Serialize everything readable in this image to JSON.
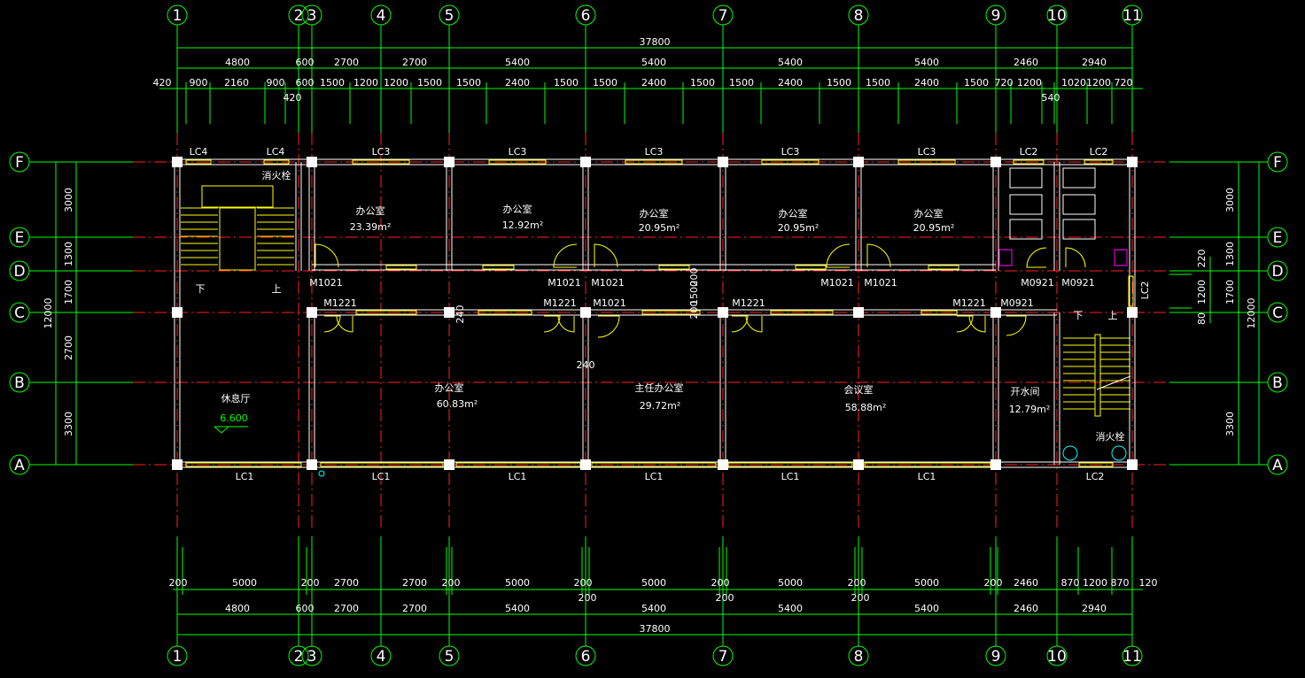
{
  "colors": {
    "background": "#000000",
    "grid_axis": "#ff2020",
    "dimension": "#00ff00",
    "wall": "#ffffff",
    "window": "#ffff00",
    "fixture": "#ff00ff",
    "hydrant": "#00ffff",
    "text": "#ffffff"
  },
  "axes": {
    "columns": [
      "1",
      "2",
      "3",
      "4",
      "5",
      "6",
      "7",
      "8",
      "9",
      "10",
      "11"
    ],
    "rows": [
      "F",
      "E",
      "D",
      "C",
      "B",
      "A"
    ]
  },
  "dimensions": {
    "top_total": "37800",
    "bottom_total": "37800",
    "top_row2": [
      "4800",
      "600",
      "2700",
      "2700",
      "5400",
      "5400",
      "5400",
      "5400",
      "2460",
      "2940"
    ],
    "top_row3": [
      "420",
      "900",
      "2160",
      "900",
      "420",
      "600",
      "1500",
      "1200",
      "1200",
      "1500",
      "1500",
      "2400",
      "1500",
      "1500",
      "2400",
      "1500",
      "1500",
      "2400",
      "1500",
      "1500",
      "2400",
      "1500",
      "720",
      "1200",
      "540",
      "1020",
      "1200",
      "720"
    ],
    "bottom_row1": [
      "200",
      "5000",
      "200",
      "2700",
      "2700",
      "200",
      "5000",
      "200",
      "5000",
      "200",
      "5000",
      "200",
      "5000",
      "200",
      "2460",
      "870",
      "1200",
      "870",
      "120"
    ],
    "bottom_row1_sub": [
      "200",
      "200",
      "200"
    ],
    "bottom_row2": [
      "4800",
      "600",
      "2700",
      "2700",
      "5400",
      "5400",
      "5400",
      "5400",
      "2460",
      "2940"
    ],
    "left_row": [
      "3000",
      "1300",
      "1700",
      "2700",
      "3300"
    ],
    "left_total": "12000",
    "right_row": [
      "3000",
      "1300",
      "1700",
      "3300"
    ],
    "right_total": "12000",
    "right_local": [
      "220",
      "1200",
      "80"
    ],
    "internal": [
      "240",
      "240",
      "200",
      "1500",
      "200"
    ]
  },
  "windows": {
    "top": [
      "LC4",
      "LC4",
      "LC3",
      "LC3",
      "LC3",
      "LC3",
      "LC3",
      "LC2",
      "LC2"
    ],
    "bottom": [
      "LC1",
      "LC1",
      "LC1",
      "LC1",
      "LC1",
      "LC1",
      "LC2"
    ],
    "side": "LC2"
  },
  "doors": {
    "d_line": [
      "M1021",
      "M1021",
      "M1021",
      "M1021",
      "M1021",
      "M0921",
      "M0921"
    ],
    "c_line": [
      "M1221",
      "M1221",
      "M1021",
      "M1221",
      "M1221",
      "M0921"
    ]
  },
  "rooms": [
    {
      "name": "办公室",
      "area": "23.39m²"
    },
    {
      "name": "办公室",
      "area": "12.92m²"
    },
    {
      "name": "办公室",
      "area": "20.95m²"
    },
    {
      "name": "办公室",
      "area": "20.95m²"
    },
    {
      "name": "办公室",
      "area": "20.95m²"
    },
    {
      "name": "办公室",
      "area": "60.83m²"
    },
    {
      "name": "主任办公室",
      "area": "29.72m²"
    },
    {
      "name": "会议室",
      "area": "58.88m²"
    },
    {
      "name": "开水间",
      "area": "12.79m²"
    },
    {
      "name": "休息厅",
      "area": ""
    }
  ],
  "labels": {
    "hydrant_1": "消火栓",
    "hydrant_2": "消火栓",
    "level": "6.600",
    "down_1": "下",
    "up_1": "上",
    "down_2": "下",
    "up_2": "上"
  }
}
